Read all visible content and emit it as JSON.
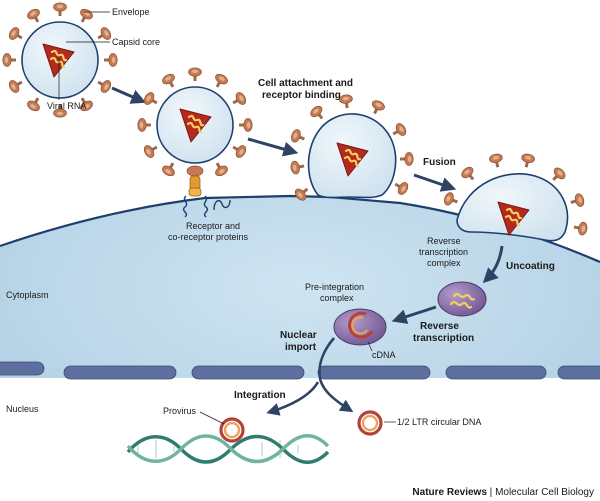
{
  "labels": {
    "envelope": "Envelope",
    "capsid_core": "Capsid core",
    "viral_rna": "Viral RNA",
    "cell_attachment_line1": "Cell attachment and",
    "cell_attachment_line2": "receptor binding",
    "fusion": "Fusion",
    "receptor_line1": "Receptor and",
    "receptor_line2": "co-receptor proteins",
    "rtc_line1": "Reverse",
    "rtc_line2": "transcription",
    "rtc_line3": "complex",
    "uncoating": "Uncoating",
    "cytoplasm": "Cytoplasm",
    "pic_line1": "Pre-integration",
    "pic_line2": "complex",
    "reverse_transcription_line1": "Reverse",
    "reverse_transcription_line2": "transcription",
    "nuclear_import_line1": "Nuclear",
    "nuclear_import_line2": "import",
    "cdna": "cDNA",
    "integration": "Integration",
    "nucleus": "Nucleus",
    "provirus": "Provirus",
    "ltr_circular_dna": "1/2 LTR circular DNA"
  },
  "footer": {
    "journal": "Nature Reviews",
    "separator": " | ",
    "section": "Molecular Cell Biology"
  },
  "colors": {
    "cell_fill": "#bcd8ea",
    "membrane": "#1e3f6e",
    "virion_fill": "#dcebf5",
    "spike_outer": "#c47a52",
    "spike_inner": "#e3b08e",
    "capsid_fill": "#b52a1e",
    "rna": "#f2cf63",
    "complex_fill": "#8a70a8",
    "nuclear_envelope": "#5d6f9e",
    "arrow": "#2f4464",
    "dna_strand_a": "#2f7d6d",
    "dna_strand_b": "#6fb3a0"
  },
  "icons": [
    "virion-icon",
    "capsid-icon",
    "envelope-spike-icon",
    "receptor-icon",
    "rtc-icon",
    "pic-icon",
    "dna-helix-icon",
    "circular-dna-icon"
  ]
}
